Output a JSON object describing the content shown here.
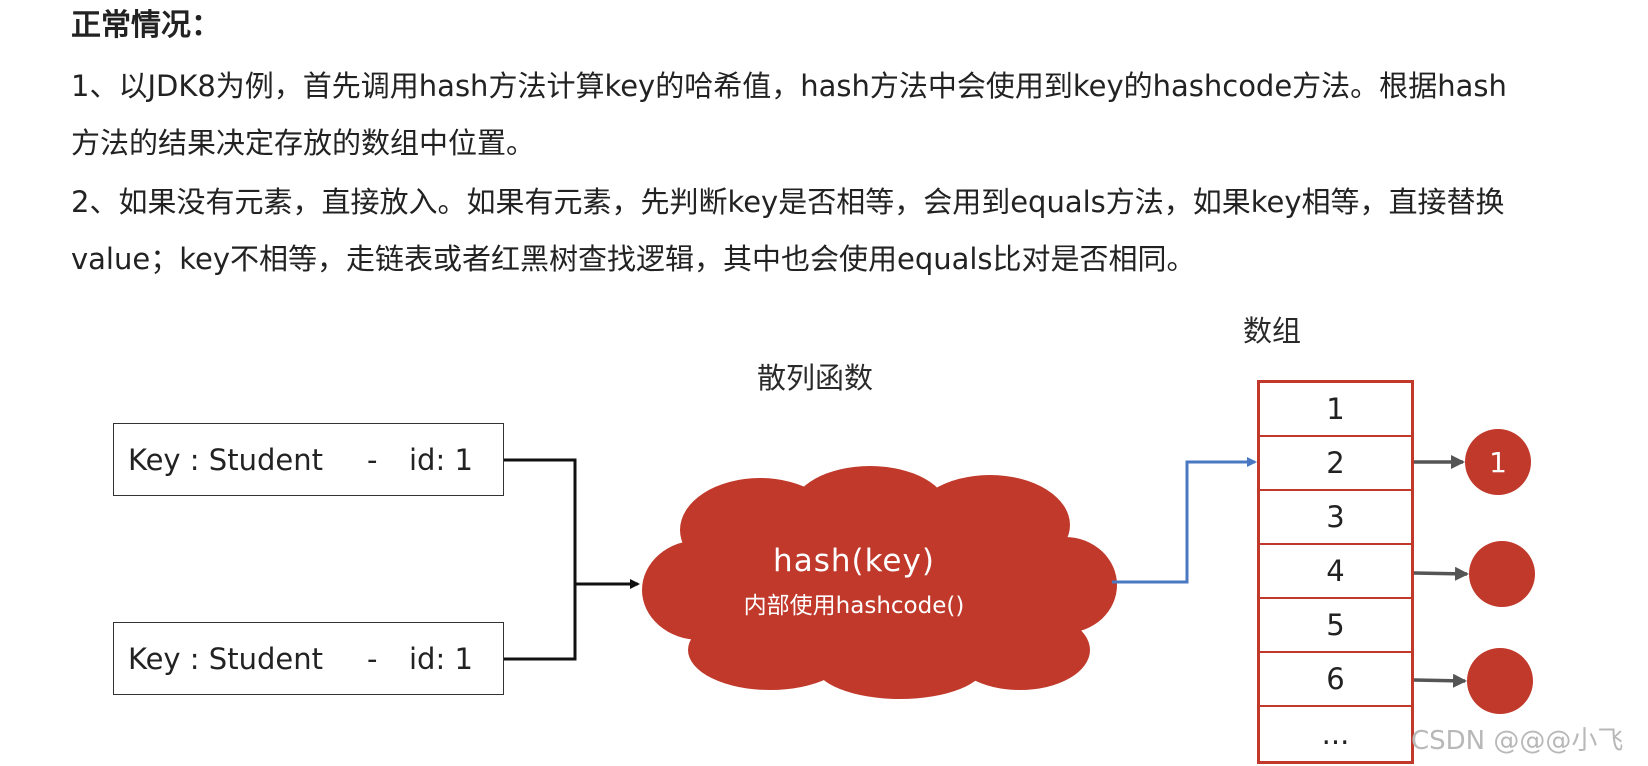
{
  "heading": "正常情况：",
  "paragraphs": {
    "p1_line1": "1、以JDK8为例，首先调用hash方法计算key的哈希值，hash方法中会使用到key的hashcode方法。根据hash",
    "p1_line2": "方法的结果决定存放的数组中位置。",
    "p2_line1": "2、如果没有元素，直接放入。如果有元素，先判断key是否相等，会用到equals方法，如果key相等，直接替换",
    "p2_line2": "value；key不相等，走链表或者红黑树查找逻辑，其中也会使用equals比对是否相同。"
  },
  "diagram": {
    "function_label": "散列函数",
    "array_label": "数组",
    "keys": [
      {
        "left": "Key : Student",
        "dash": "-",
        "id": "id: 1"
      },
      {
        "left": "Key : Student",
        "dash": "-",
        "id": "id: 1"
      }
    ],
    "cloud": {
      "title": "hash(key)",
      "subtitle": "内部使用hashcode()",
      "color": "#c0392b"
    },
    "array_cells": [
      "1",
      "2",
      "3",
      "4",
      "5",
      "6",
      "..."
    ],
    "nodes": [
      "1",
      "",
      ""
    ],
    "colors": {
      "accent_red": "#c0392b",
      "arrow_blue": "#4a78c2",
      "line_black": "#111111"
    }
  },
  "watermark": "CSDN @@@小飞"
}
